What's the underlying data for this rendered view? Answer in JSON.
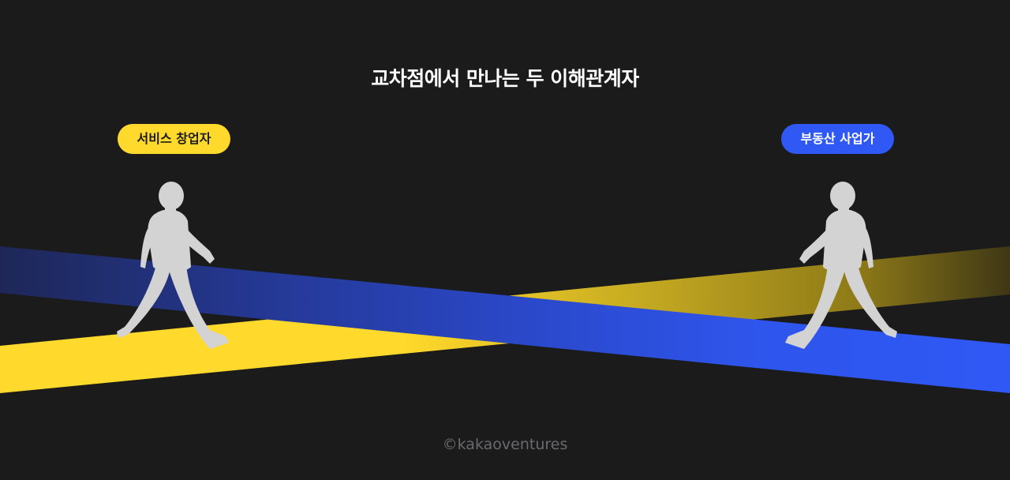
{
  "title": "교차점에서 만나는 두 이해관계자",
  "left_person": {
    "label": "서비스 창업자",
    "color": "#ffd92b",
    "icon": "walking-person-icon"
  },
  "right_person": {
    "label": "부동산 사업가",
    "color": "#2f58f5",
    "icon": "walking-person-icon"
  },
  "footer": "©kakaoventures",
  "colors": {
    "background": "#1b1b1c",
    "yellow_band": "#ffd92b",
    "blue_band": "#2f58f5",
    "figure": "#d3d3d3"
  }
}
